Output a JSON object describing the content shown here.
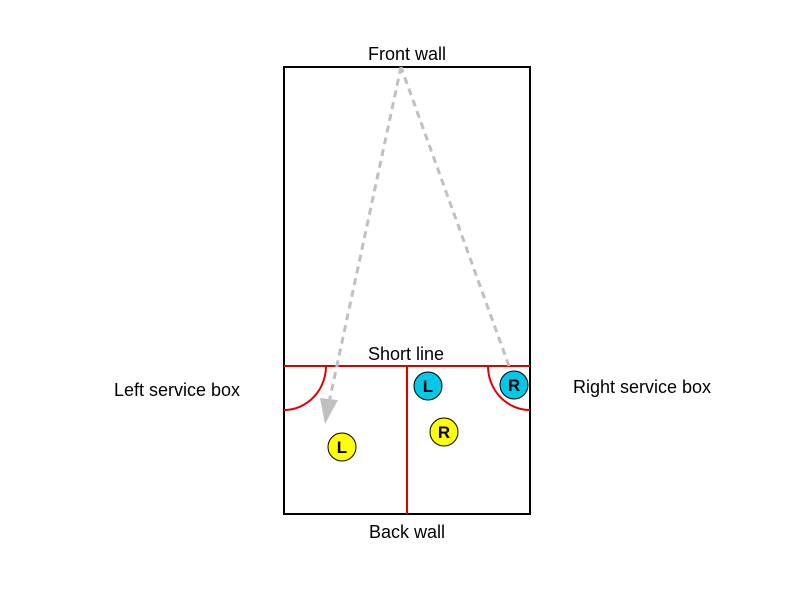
{
  "labels": {
    "front_wall": "Front wall",
    "back_wall": "Back wall",
    "short_line": "Short line",
    "left_service_box": "Left service box",
    "right_service_box": "Right service box"
  },
  "players": {
    "team_blue": {
      "color": "#00c8e6",
      "left": "L",
      "right": "R"
    },
    "team_yellow": {
      "color": "#ffff00",
      "left": "L",
      "right": "R"
    }
  },
  "colors": {
    "court_lines": "#000000",
    "service_lines": "#e00000",
    "ball_path": "#c0c0c0"
  }
}
